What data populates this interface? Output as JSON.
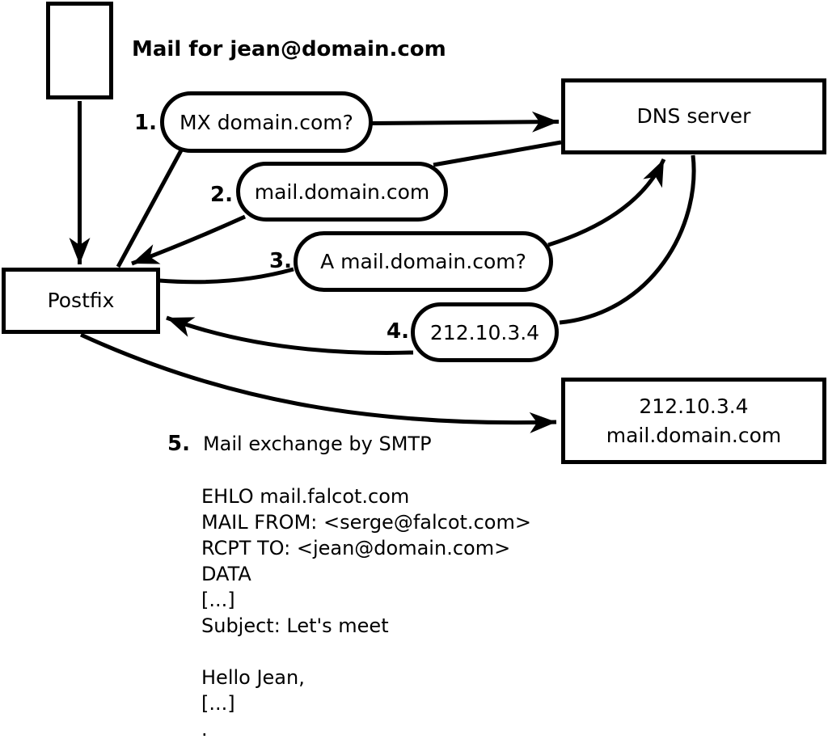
{
  "colors": {
    "ink": "#000000",
    "background": "#ffffff"
  },
  "nodes": {
    "mail_note": "Mail for jean@domain.com",
    "postfix": "Postfix",
    "dns_server": "DNS server",
    "mail_server_ip": "212.10.3.4",
    "mail_server_host": "mail.domain.com"
  },
  "steps": [
    {
      "number": "1.",
      "label": "MX domain.com?"
    },
    {
      "number": "2.",
      "label": "mail.domain.com"
    },
    {
      "number": "3.",
      "label": "A mail.domain.com?"
    },
    {
      "number": "4.",
      "label": "212.10.3.4"
    },
    {
      "number": "5.",
      "label": "Mail exchange by SMTP"
    }
  ],
  "smtp_session": [
    "EHLO mail.falcot.com",
    "MAIL FROM: <serge@falcot.com>",
    "RCPT TO: <jean@domain.com>",
    "DATA",
    "[...]",
    "Subject: Let's meet",
    "",
    "Hello Jean,",
    "[...]",
    "."
  ]
}
